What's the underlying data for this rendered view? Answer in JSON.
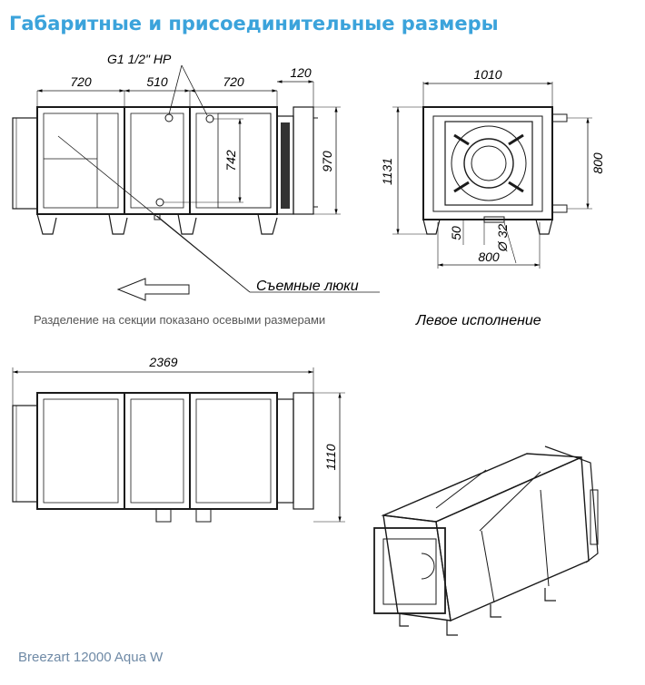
{
  "header": {
    "title": "Габаритные и присоединительные размеры"
  },
  "front_view": {
    "dims": {
      "left": "720",
      "middle": "510",
      "right": "720",
      "flange": "120",
      "height": "970",
      "inner": "742"
    },
    "pipe_label": "G1 1/2\" HP",
    "hatch_label": "Съемные люки",
    "note": "Разделение на секции показано осевыми размерами"
  },
  "side_view": {
    "dims": {
      "width": "1010",
      "height": "1131",
      "opening": "800",
      "opening_w": "800",
      "pipe": "50",
      "diameter": "Ø 32"
    },
    "caption": "Левое исполнение"
  },
  "top_view": {
    "dims": {
      "length": "2369",
      "depth": "1110"
    }
  },
  "footer": {
    "model": "Breezart 12000 Aqua W"
  },
  "colors": {
    "title": "#3ba3db",
    "footer": "#6f8aa6",
    "line": "#1a1a1a"
  }
}
